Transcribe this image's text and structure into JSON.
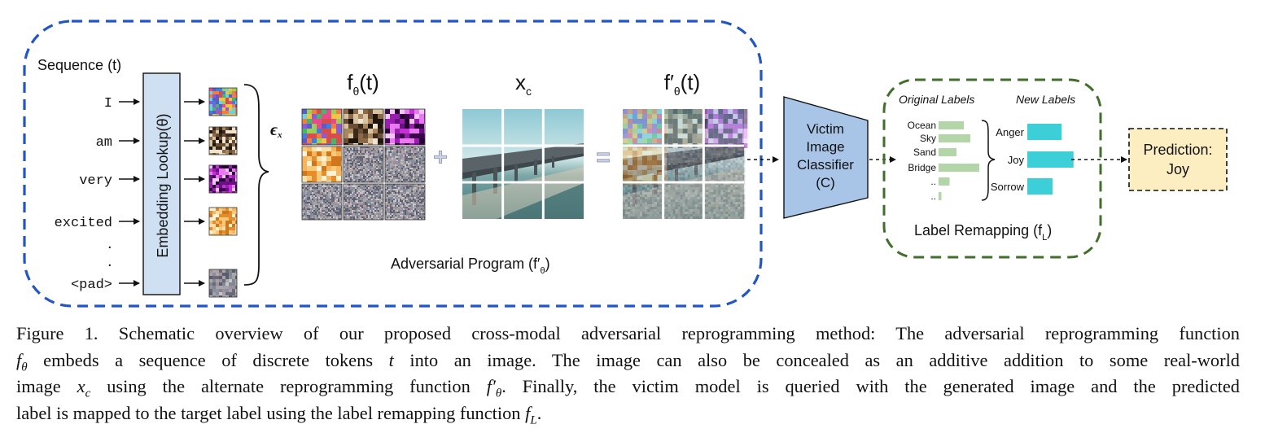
{
  "sequence": {
    "title": "Sequence (t)",
    "tokens": [
      "I",
      "am",
      "very",
      "excited",
      "<pad>"
    ],
    "ellipsis": ":"
  },
  "embedding": {
    "label": "Embedding Lookup(θ)",
    "epsilon_label": "ϵ",
    "epsilon_sub": "x"
  },
  "program": {
    "f_theta": {
      "main": "f",
      "sub": "θ",
      "arg": "(t)"
    },
    "xc": {
      "main": "x",
      "sub": "c"
    },
    "f_prime": {
      "main": "f′",
      "sub": "θ",
      "arg": "(t)"
    },
    "plus": "+",
    "equals": "=",
    "caption": {
      "main": "Adversarial Program (f′",
      "sub": "θ",
      "close": ")"
    }
  },
  "classifier": {
    "lines": [
      "Victim",
      "Image",
      "Classifier",
      "(C)"
    ]
  },
  "remap": {
    "original_title": "Original Labels",
    "new_title": "New Labels",
    "original_labels": [
      "Ocean",
      "Sky",
      "Sand",
      "Bridge",
      "..",
      ".."
    ],
    "original_values": [
      0.62,
      0.78,
      0.44,
      1.0,
      0.27,
      0.07
    ],
    "new_labels": [
      "Anger",
      "Joy",
      "Sorrow"
    ],
    "new_values": [
      0.64,
      0.86,
      0.47
    ],
    "caption": {
      "main": "Label Remapping (f",
      "sub": "L",
      "close": ")"
    }
  },
  "prediction": {
    "title": "Prediction:",
    "value": "Joy"
  },
  "colors": {
    "blue_dash": "#2356c4",
    "green_dash": "#3f6f2a",
    "embed_fill": "#d0e0f3",
    "classifier_fill": "#a8c5e8",
    "original_bar": "#b3d6a8",
    "new_bar": "#3dcfd8",
    "prediction_fill": "#fdeec2"
  },
  "caption": {
    "lines": [
      [
        {
          "t": "Figure 1. Schematic overview of our proposed cross-modal adversarial reprogramming method: The adversarial reprogramming function"
        }
      ],
      [
        {
          "t": "f",
          "m": true
        },
        {
          "t": "θ",
          "m": true,
          "sub": true
        },
        {
          "t": " embeds a sequence of discrete tokens "
        },
        {
          "t": "t",
          "m": true
        },
        {
          "t": " into an image.  The image can also be concealed as an additive addition to some real-world"
        }
      ],
      [
        {
          "t": "image "
        },
        {
          "t": "x",
          "m": true
        },
        {
          "t": "c",
          "m": true,
          "sub": true
        },
        {
          "t": " using the alternate reprogramming function "
        },
        {
          "t": "f′",
          "m": true
        },
        {
          "t": "θ",
          "m": true,
          "sub": true
        },
        {
          "t": ". Finally, the victim model is queried with the generated image and the predicted"
        }
      ],
      [
        {
          "t": "label is mapped to the target label using the label remapping function "
        },
        {
          "t": "f",
          "m": true
        },
        {
          "t": "L",
          "m": true,
          "sub": true
        },
        {
          "t": "."
        }
      ]
    ]
  }
}
